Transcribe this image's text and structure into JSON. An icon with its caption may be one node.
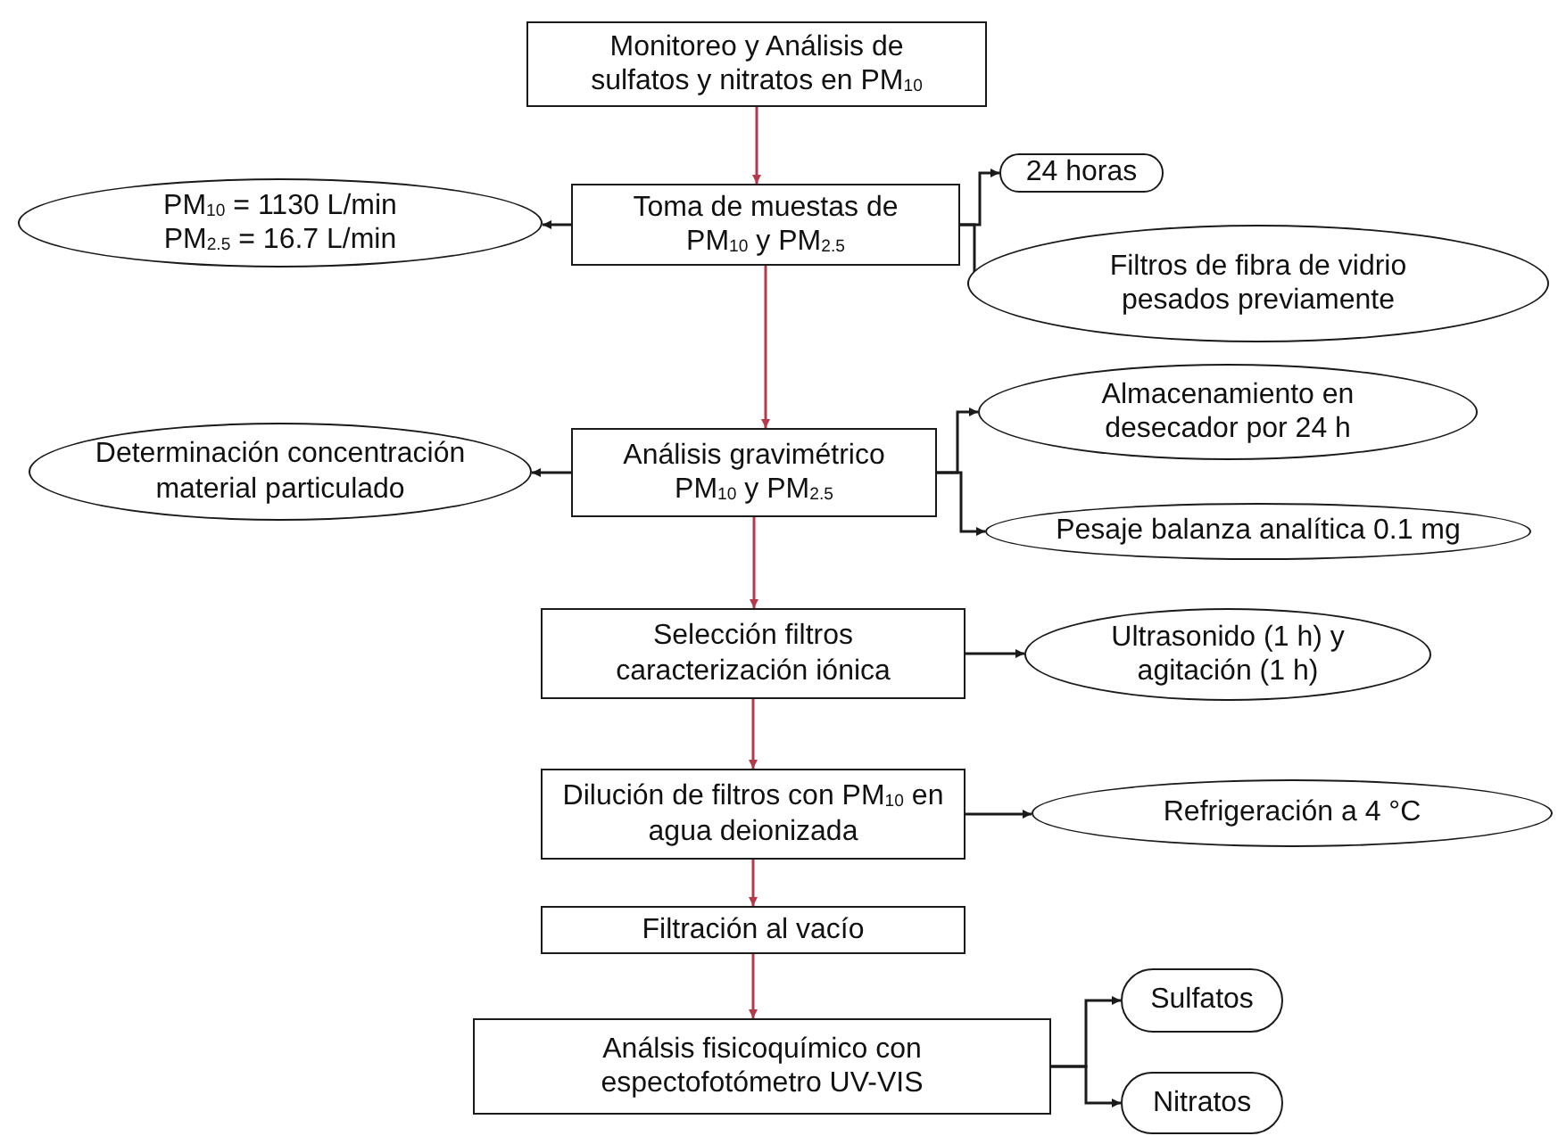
{
  "diagram": {
    "nodes": [
      {
        "text": [
          "Monitoreo y Análisis de sulfatos y nitratos en PM$_{10}$"
        ]
      },
      {
        "text": [
          "Toma de muestas de PM$_{10}$ y PM$_{2.5}$"
        ]
      },
      {
        "text": [
          "PM$_{10}$ = 1130 L/min PM$_{2.5}$ = 16.7 L/min"
        ]
      },
      {
        "text": [
          "24 horas"
        ]
      },
      {
        "text": [
          "Filtros de fibra de vidrio pesados previamente"
        ]
      },
      {
        "text": [
          "Análisis gravimétrico PM$_{10}$ y PM$_{2.5}$"
        ]
      },
      {
        "text": [
          "Determinación concentración material particulado"
        ]
      },
      {
        "text": [
          "Almacenamiento en desecador por 24 h"
        ]
      },
      {
        "text": [
          "Pesaje balanza analítica 0.1 mg"
        ]
      },
      {
        "text": [
          "Selección filtros caracterización iónica"
        ]
      },
      {
        "text": [
          "Ultrasonido (1 h) y agitación (1 h)"
        ]
      },
      {
        "text": [
          "Dilución de filtros con PM$_{10}$ en agua deionizada"
        ]
      },
      {
        "text": [
          "Refrigeración a 4 °C"
        ]
      },
      {
        "text": [
          "Filtración al vacío"
        ]
      },
      {
        "text": [
          "Análsis fisicoquímico con espectofotómetro UV-VIS"
        ]
      },
      {
        "text": [
          "Sulfatos"
        ]
      },
      {
        "text": [
          "Nitratos"
        ]
      }
    ],
    "edges": [
      {
        "from": 0,
        "to": 1,
        "arrow": "to",
        "color": "#b5394a"
      },
      {
        "from": 1,
        "to": 2,
        "arrow": "to"
      },
      {
        "from": 1,
        "to": 3,
        "arrow": "to"
      },
      {
        "from": 1,
        "to": 4,
        "arrow": "to"
      },
      {
        "from": 1,
        "to": 5,
        "arrow": "to",
        "color": "#b5394a"
      },
      {
        "from": 5,
        "to": 6,
        "arrow": "to"
      },
      {
        "from": 5,
        "to": 7,
        "arrow": "to"
      },
      {
        "from": 5,
        "to": 8,
        "arrow": "to"
      },
      {
        "from": 5,
        "to": 9,
        "arrow": "to",
        "color": "#b5394a"
      },
      {
        "from": 9,
        "to": 10,
        "arrow": "to"
      },
      {
        "from": 9,
        "to": 11,
        "arrow": "to",
        "color": "#b5394a"
      },
      {
        "from": 11,
        "to": 12,
        "arrow": "to"
      },
      {
        "from": 11,
        "to": 13,
        "arrow": "to",
        "color": "#b5394a"
      },
      {
        "from": 13,
        "to": 14,
        "arrow": "to",
        "color": "#b5394a"
      },
      {
        "from": 14,
        "to": 15,
        "arrow": "to"
      },
      {
        "from": 14,
        "to": 16,
        "arrow": "to"
      }
    ]
  }
}
